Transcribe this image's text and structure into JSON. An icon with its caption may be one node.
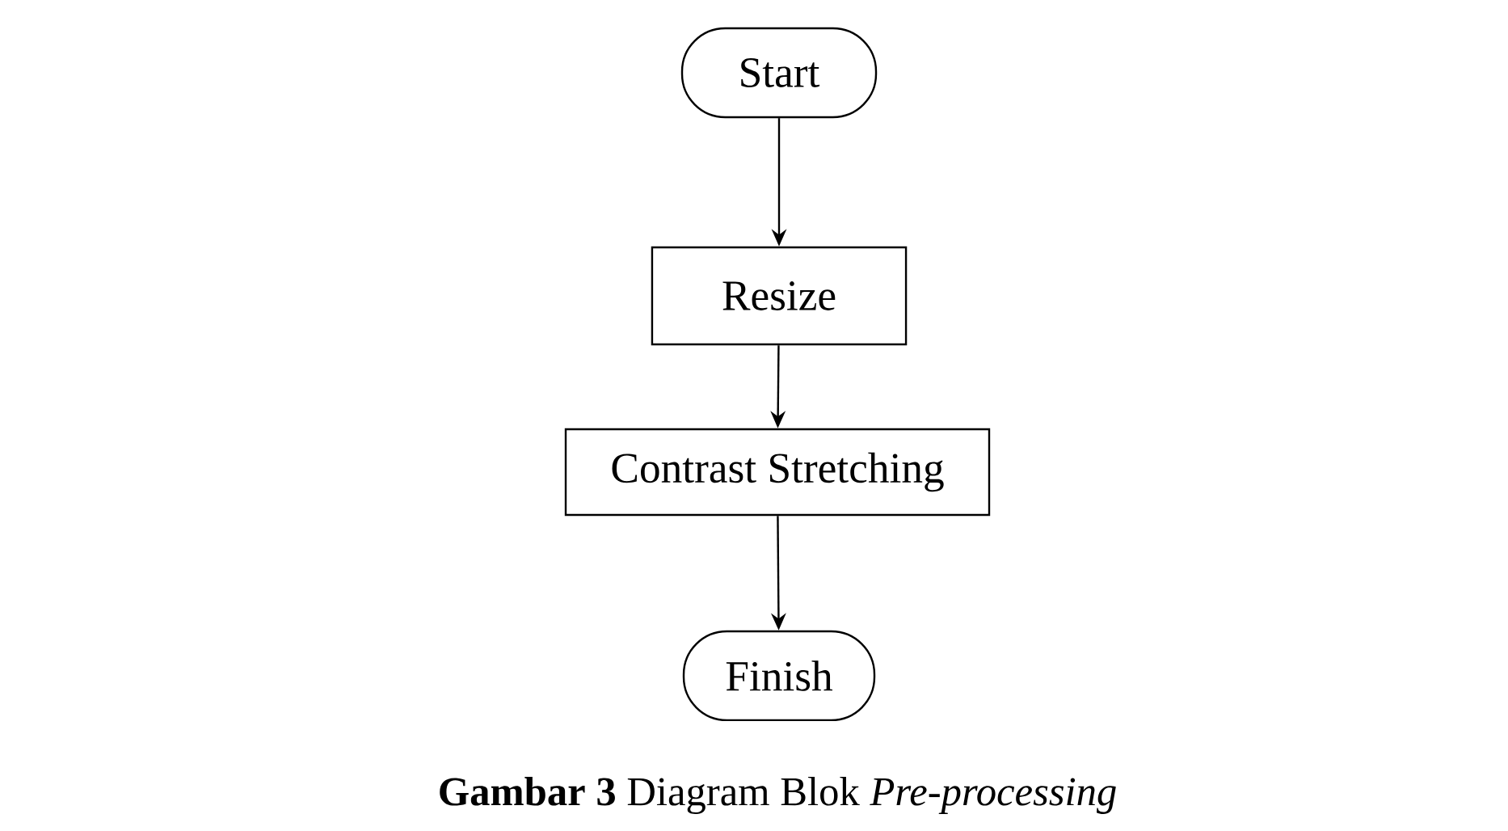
{
  "diagram": {
    "caption": "**Gambar 3** Diagram Blok *Pre-processing*",
    "nodes": [
      {
        "text": [
          "Start"
        ]
      },
      {
        "text": [
          "Resize"
        ]
      },
      {
        "text": [
          "Contrast Stretching"
        ]
      },
      {
        "text": [
          "Finish"
        ]
      }
    ],
    "edges": [
      {
        "from": 0,
        "to": 1,
        "arrow": "to"
      },
      {
        "from": 1,
        "to": 2,
        "arrow": "to"
      },
      {
        "from": 2,
        "to": 3,
        "arrow": "to"
      }
    ]
  }
}
